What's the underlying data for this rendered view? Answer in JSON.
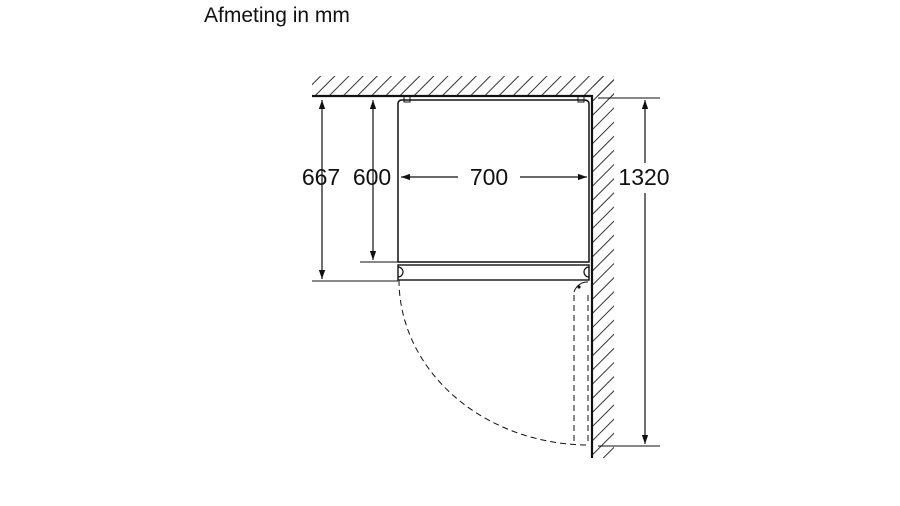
{
  "title": "Afmeting in mm",
  "dimensions": {
    "depth_with_door": "667",
    "depth_body": "600",
    "width": "700",
    "door_open_depth": "1320"
  },
  "colors": {
    "line": "#111111",
    "hatch": "#333333",
    "background": "#ffffff"
  }
}
